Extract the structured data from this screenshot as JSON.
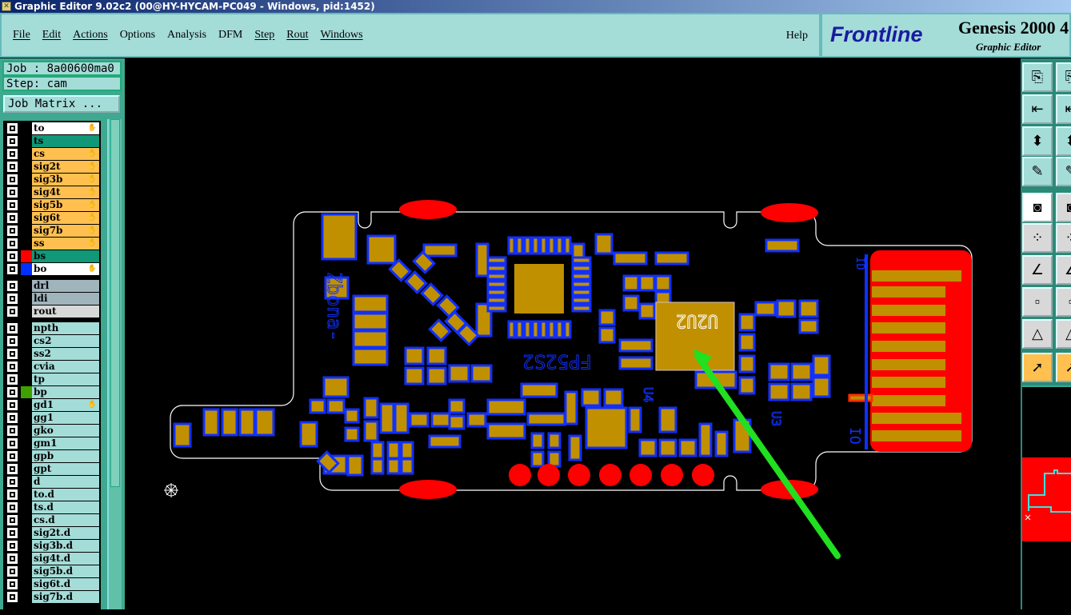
{
  "window": {
    "title": "Graphic Editor 9.02c2 (00@HY-HYCAM-PC049 - Windows, pid:1452)"
  },
  "menu": [
    "File",
    "Edit",
    "Actions",
    "Options",
    "Analysis",
    "DFM",
    "Step",
    "Rout",
    "Windows"
  ],
  "help": "Help",
  "brand": {
    "logo": "Frontline",
    "product": "Genesis 2000 4",
    "subtitle": "Graphic Editor"
  },
  "job": {
    "job": "Job : 8a00600ma0",
    "step": "Step: cam",
    "matrix_button": "Job Matrix ..."
  },
  "layers": [
    {
      "name": "to",
      "bg": "#ffffff",
      "hand": true
    },
    {
      "name": "ts",
      "bg": "#109878"
    },
    {
      "name": "cs",
      "bg": "#ffc050",
      "hand": true
    },
    {
      "name": "sig2t",
      "bg": "#ffc050",
      "hand": true
    },
    {
      "name": "sig3b",
      "bg": "#ffc050",
      "hand": true
    },
    {
      "name": "sig4t",
      "bg": "#ffc050",
      "hand": true
    },
    {
      "name": "sig5b",
      "bg": "#ffc050",
      "hand": true
    },
    {
      "name": "sig6t",
      "bg": "#ffc050",
      "hand": true
    },
    {
      "name": "sig7b",
      "bg": "#ffc050",
      "hand": true
    },
    {
      "name": "ss",
      "bg": "#ffc050",
      "hand": true
    },
    {
      "name": "bs",
      "bg": "#109878",
      "swatch": "#ff0000"
    },
    {
      "name": "bo",
      "bg": "#ffffff",
      "swatch": "#0030ff",
      "hand": true
    },
    {
      "name": "drl",
      "bg": "#a0b4bc",
      "gap": true
    },
    {
      "name": "ldi",
      "bg": "#a0b4bc"
    },
    {
      "name": "rout",
      "bg": "#d8d8d8"
    },
    {
      "name": "npth",
      "bg": "#a4dcd8",
      "gap": true
    },
    {
      "name": "cs2",
      "bg": "#a4dcd8"
    },
    {
      "name": "ss2",
      "bg": "#a4dcd8"
    },
    {
      "name": "cvia",
      "bg": "#a4dcd8"
    },
    {
      "name": "tp",
      "bg": "#a4dcd8"
    },
    {
      "name": "bp",
      "bg": "#a4dcd8",
      "swatch": "#40a000"
    },
    {
      "name": "gd1",
      "bg": "#a4dcd8",
      "hand": true
    },
    {
      "name": "gg1",
      "bg": "#a4dcd8"
    },
    {
      "name": "gko",
      "bg": "#a4dcd8"
    },
    {
      "name": "gm1",
      "bg": "#a4dcd8"
    },
    {
      "name": "gpb",
      "bg": "#a4dcd8"
    },
    {
      "name": "gpt",
      "bg": "#a4dcd8"
    },
    {
      "name": "d",
      "bg": "#a4dcd8"
    },
    {
      "name": "to.d",
      "bg": "#a4dcd8"
    },
    {
      "name": "ts.d",
      "bg": "#a4dcd8"
    },
    {
      "name": "cs.d",
      "bg": "#a4dcd8"
    },
    {
      "name": "sig2t.d",
      "bg": "#a4dcd8"
    },
    {
      "name": "sig3b.d",
      "bg": "#a4dcd8"
    },
    {
      "name": "sig4t.d",
      "bg": "#a4dcd8"
    },
    {
      "name": "sig5b.d",
      "bg": "#a4dcd8"
    },
    {
      "name": "sig6t.d",
      "bg": "#a4dcd8"
    },
    {
      "name": "sig7b.d",
      "bg": "#a4dcd8"
    }
  ],
  "board_labels": {
    "ref1": "U2U2",
    "ref2": "FP52S2",
    "ref3": "Zbona-",
    "ref4": "IO",
    "ref5": "ID",
    "ref6": "U4",
    "ref7": "U3"
  },
  "colors": {
    "pad": "#c09000",
    "outline": "#1030ff",
    "mask": "#ff0000",
    "arrow": "#20e020"
  },
  "tools": [
    "paste-icon",
    "import-icon",
    "fit-icon",
    "palette-icon",
    "snapshot-icon",
    "nodes-icon",
    "line-icon",
    "move-pad-icon",
    "triangle-icon",
    "select-icon"
  ]
}
